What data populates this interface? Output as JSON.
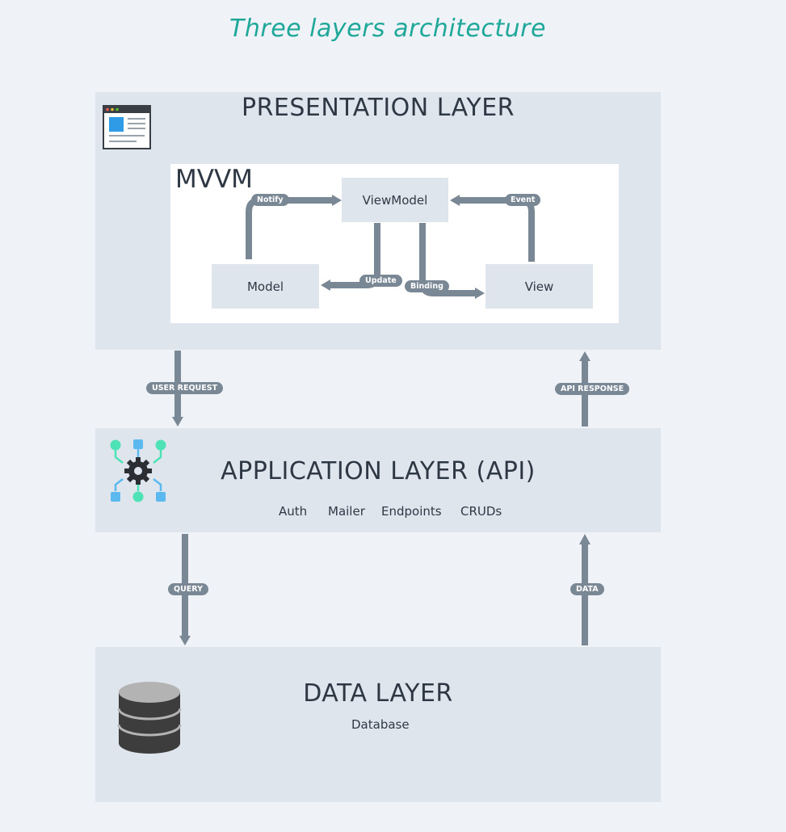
{
  "title": "Three layers architecture",
  "presentation": {
    "title": "PRESENTATION LAYER",
    "icon": "browser-window-icon",
    "mvvm": {
      "title": "MVVM",
      "viewmodel": "ViewModel",
      "model": "Model",
      "view": "View",
      "edges": {
        "notify": "Notify",
        "event": "Event",
        "update": "Update",
        "binding": "Binding"
      }
    }
  },
  "application": {
    "title": "APPLICATION LAYER (API)",
    "icon": "gear-network-icon",
    "items": [
      "Auth",
      "Mailer",
      "Endpoints",
      "CRUDs"
    ]
  },
  "data_layer": {
    "title": "DATA LAYER",
    "subtitle": "Database",
    "icon": "database-icon"
  },
  "connections": {
    "user_request": "USER REQUEST",
    "api_response": "API RESPONSE",
    "query": "QUERY",
    "data": "DATA"
  },
  "colors": {
    "background": "#eff3f7",
    "layer": "#dfe5ed",
    "arrow": "#7a8896",
    "accent_teal": "#1fa89a",
    "accent_blue": "#5bb9f0",
    "accent_green": "#4ee3b6",
    "text": "#2e3844"
  }
}
